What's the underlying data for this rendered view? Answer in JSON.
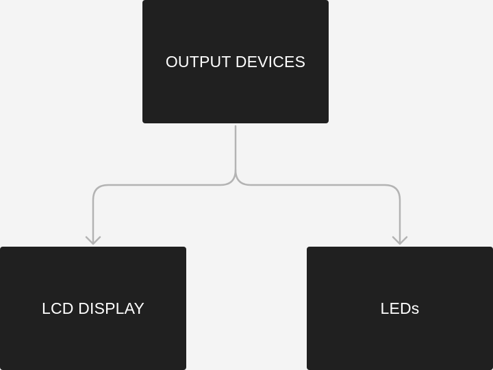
{
  "diagram": {
    "root": {
      "label": "OUTPUT DEVICES"
    },
    "children": [
      {
        "label": "LCD DISPLAY"
      },
      {
        "label": "LEDs"
      }
    ]
  },
  "colors": {
    "background": "#f4f4f4",
    "node_fill": "#202020",
    "node_text": "#ffffff",
    "connector": "#b3b3b3"
  }
}
